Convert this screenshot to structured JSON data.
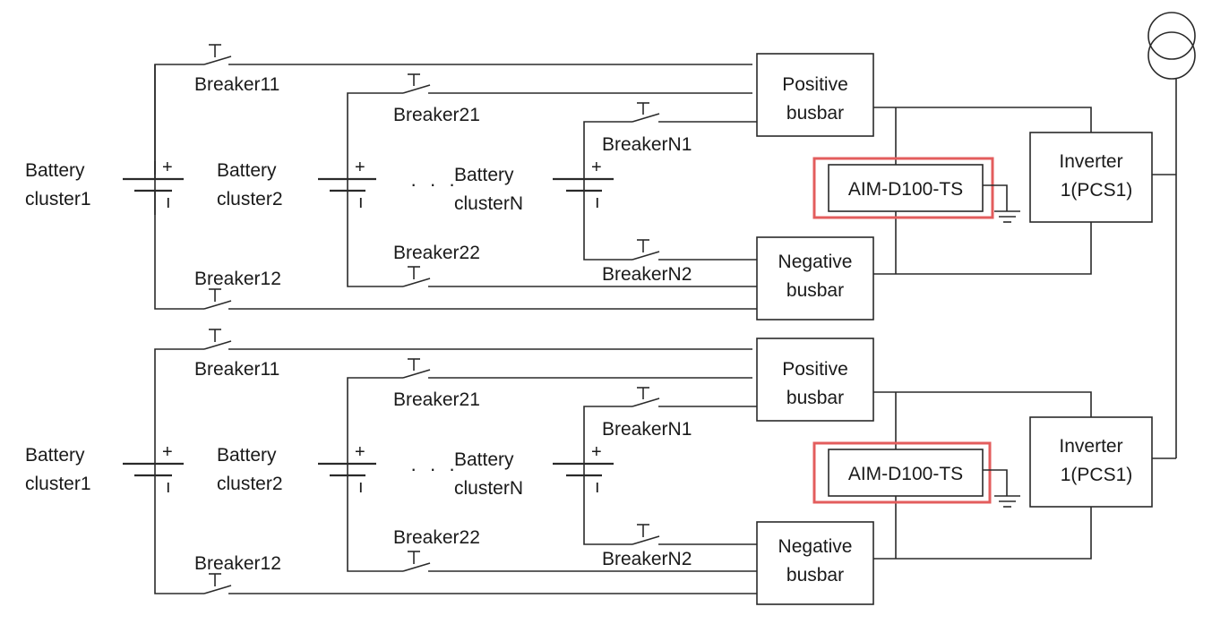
{
  "colors": {
    "line": "#2a2a2a",
    "highlight": "#e35d5d"
  },
  "systems": [
    {
      "cluster1": [
        "Battery",
        "cluster1"
      ],
      "cluster2": [
        "Battery",
        "cluster2"
      ],
      "clusterN": [
        "Battery",
        "clusterN"
      ],
      "breakers": {
        "b11": "Breaker11",
        "b12": "Breaker12",
        "b21": "Breaker21",
        "b22": "Breaker22",
        "bn1": "BreakerN1",
        "bn2": "BreakerN2"
      },
      "positive_busbar": [
        "Positive",
        "busbar"
      ],
      "negative_busbar": [
        "Negative",
        "busbar"
      ],
      "monitor": "AIM-D100-TS",
      "inverter": [
        "Inverter",
        "1(PCS1)"
      ],
      "plus": "+",
      "minus": "ı",
      "ellipsis": "· · ·"
    },
    {
      "cluster1": [
        "Battery",
        "cluster1"
      ],
      "cluster2": [
        "Battery",
        "cluster2"
      ],
      "clusterN": [
        "Battery",
        "clusterN"
      ],
      "breakers": {
        "b11": "Breaker11",
        "b12": "Breaker12",
        "b21": "Breaker21",
        "b22": "Breaker22",
        "bn1": "BreakerN1",
        "bn2": "BreakerN2"
      },
      "positive_busbar": [
        "Positive",
        "busbar"
      ],
      "negative_busbar": [
        "Negative",
        "busbar"
      ],
      "monitor": "AIM-D100-TS",
      "inverter": [
        "Inverter",
        "1(PCS1)"
      ],
      "plus": "+",
      "minus": "ı",
      "ellipsis": "· · ·"
    }
  ]
}
